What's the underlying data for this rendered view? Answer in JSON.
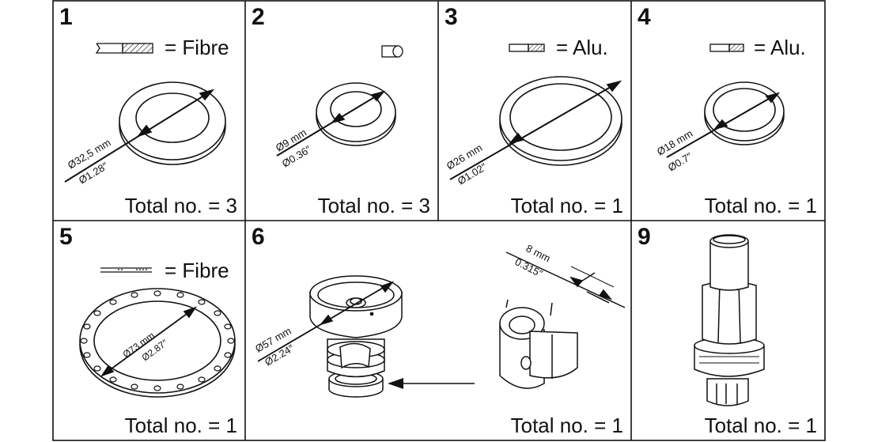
{
  "panels": [
    {
      "number": "1",
      "material_label": "= Fibre",
      "dim_mm": "Ø32,5 mm",
      "dim_in": "Ø1.28″",
      "total": "Total no. = 3"
    },
    {
      "number": "2",
      "material_label": "",
      "dim_mm": "Ø9 mm",
      "dim_in": "Ø0.36″",
      "total": "Total no. = 3"
    },
    {
      "number": "3",
      "material_label": "= Alu.",
      "dim_mm": "Ø26 mm",
      "dim_in": "Ø1.02″",
      "total": "Total no. = 1"
    },
    {
      "number": "4",
      "material_label": "= Alu.",
      "dim_mm": "Ø18 mm",
      "dim_in": "Ø0.7″",
      "total": "Total no. = 1"
    },
    {
      "number": "5",
      "material_label": "= Fibre",
      "dim_mm": "Ø73 mm",
      "dim_in": "Ø2.87″",
      "total": "Total no. = 1"
    },
    {
      "number": "6",
      "dim_mm": "Ø57 mm",
      "dim_in": "Ø2.24″",
      "width_mm": "8 mm",
      "width_in": "0.315″",
      "total": "Total no. = 1"
    },
    {
      "number": "9",
      "total": "Total no. = 1"
    }
  ],
  "colors": {
    "line": "#111111",
    "background": "#ffffff",
    "hatch": "#111111"
  }
}
